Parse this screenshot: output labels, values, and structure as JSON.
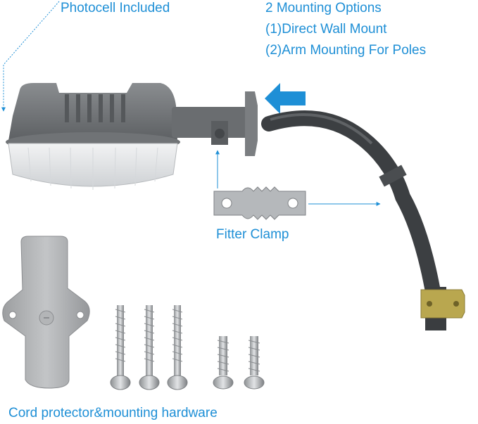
{
  "labels": {
    "photocell": "Photocell Included",
    "mounting_title": "2 Mounting Options",
    "mounting_option_1": "(1)Direct Wall Mount",
    "mounting_option_2": "(2)Arm Mounting For Poles",
    "fitter_clamp": "Fitter Clamp",
    "cord_protector": "Cord protector&mounting hardware"
  },
  "colors": {
    "label_text": "#1e8fd6",
    "arrow": "#1e8fd6",
    "housing": "#6f7275",
    "lens": "#e4e6e8",
    "arm": "#3c3f42",
    "bracket": "#b9a74f",
    "cord_protector": "#a9abad",
    "screw": "#c6c8ca"
  }
}
